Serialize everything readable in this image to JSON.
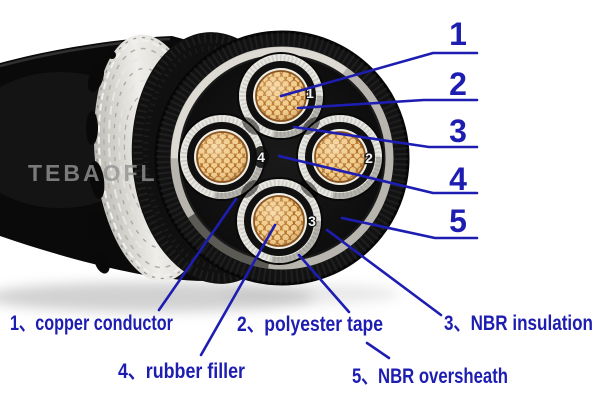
{
  "watermark": "TEBAOFLEX",
  "face_digits": [
    "1",
    "2",
    "3",
    "4"
  ],
  "callouts": {
    "numbers": [
      "1",
      "2",
      "3",
      "4",
      "5"
    ],
    "labels": [
      "1、copper conductor",
      "2、polyester tape",
      "3、NBR insulation",
      "4、rubber filler",
      "5、NBR oversheath"
    ]
  },
  "colors": {
    "callout_blue": "#1d1db2",
    "copper": "#e9b878",
    "jacket_black": "#0a0a0a",
    "braid_white": "#dedcd6",
    "insulation_white": "#e7e5df"
  }
}
